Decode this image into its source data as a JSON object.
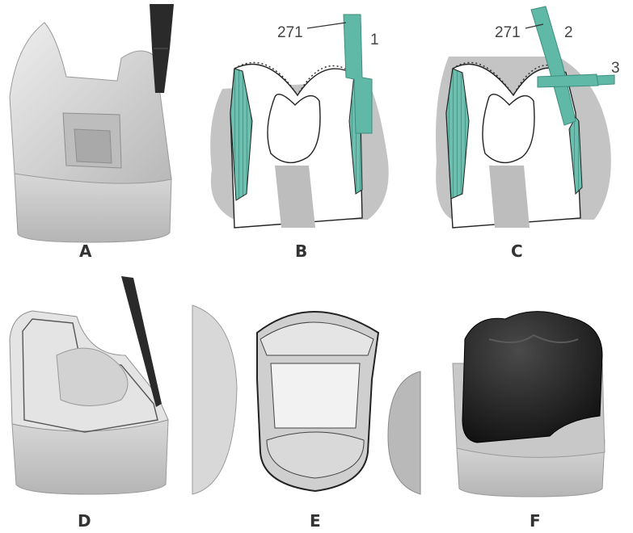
{
  "panels": {
    "a": {
      "label": "A"
    },
    "b": {
      "label": "B",
      "callouts": {
        "bur": "271",
        "step": "1"
      }
    },
    "c": {
      "label": "C",
      "callouts": {
        "bur": "271",
        "step2": "2",
        "step3": "3"
      }
    },
    "d": {
      "label": "D"
    },
    "e": {
      "label": "E"
    },
    "f": {
      "label": "F"
    }
  },
  "colors": {
    "tooth": "#cdcdcd",
    "tooth_light": "#e6e6e6",
    "bone": "#c2c2c2",
    "bur_green": "#5fb9a6",
    "hatch_green": "#6cbfae",
    "crown_dark": "#1c1c1c",
    "instrument": "#2a2a2a"
  }
}
